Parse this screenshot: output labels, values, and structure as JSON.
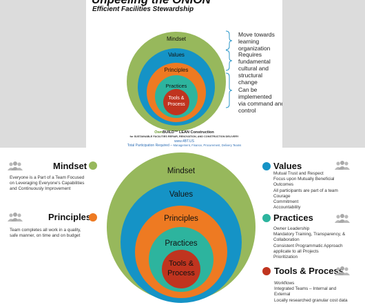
{
  "top": {
    "title": "Unpeeling the ONION",
    "subtitle": "Efficient Facilities Stewardship",
    "rings": [
      "Mindset",
      "Values",
      "Principles",
      "Practices",
      "Tools &",
      "Process"
    ],
    "notes": [
      [
        "Move towards",
        "learning organization"
      ],
      [
        "Requires fundamental",
        "cultural and structural",
        "change"
      ],
      [
        "Can be implemented",
        "via command and",
        "control"
      ]
    ],
    "footer": {
      "brand_prefix": "Own",
      "brand_suffix": "BUILD™ LEAN Construction",
      "tagline": "for SUSTAINABLE FACILITIES REPAIR, RENOVATION, AND CONSTRUCTION DELIVERY",
      "url": "www.4BT.US",
      "participation_lead": "Total Participation Required –",
      "participation_list": "Management, Finance, Procurement, Delivery Teams"
    }
  },
  "bottom": {
    "rings": [
      "Mindset",
      "Values",
      "Principles",
      "Practices",
      "Tools &",
      "Process"
    ],
    "mindset": {
      "heading": "Mindset",
      "lines": [
        "Everyone is a Part of a Team Focused",
        "on Leveraging Everyone's Capabilities",
        "and Continuously Improvement"
      ]
    },
    "principles": {
      "heading": "Principles",
      "lines": [
        "Team completes all work in a quality,",
        "safe manner, on time and on budget"
      ]
    },
    "values": {
      "heading": "Values",
      "lines": [
        "Mutual Trust and Respect",
        "Focus    upon    Mutually    Beneficial",
        "Outcomes",
        "All participants are part of a team",
        "Courage",
        "Commitment",
        "Accountability"
      ]
    },
    "practices": {
      "heading": "Practices",
      "lines": [
        "Owner Leadership",
        "Mandatory Training, Transparency, &",
        "Collaboration",
        "Consistent    Programmatic    Approach",
        "applicate  to all Projects",
        "Prioritization"
      ]
    },
    "tools": {
      "heading": "Tools & Process",
      "lines": [
        "Workflows",
        "Integrated    Teams    –    Internal    and",
        "External",
        "Locally researched granular cost data"
      ]
    }
  },
  "colors": {
    "green": "#97b85c",
    "blue": "#1593c6",
    "orange": "#ee7a22",
    "teal": "#2db49e",
    "red": "#c0341f",
    "icon_gray": "#b9b9b9",
    "brand_green": "#6a9a2d",
    "url_blue": "#2e6fb6"
  },
  "icons": [
    "people-group-icon"
  ]
}
